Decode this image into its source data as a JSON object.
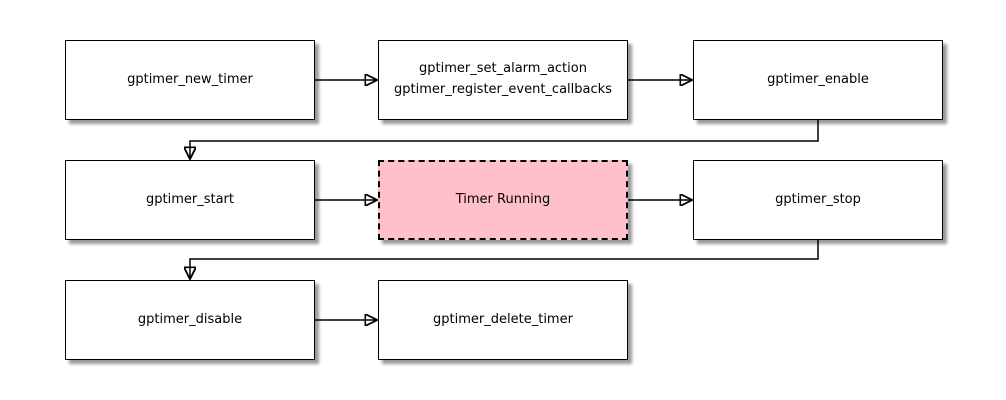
{
  "diagram": {
    "type": "flowchart",
    "nodes": {
      "new_timer": {
        "label": "gptimer_new_timer"
      },
      "config": {
        "line1": "gptimer_set_alarm_action",
        "line2": "gptimer_register_event_callbacks"
      },
      "enable": {
        "label": "gptimer_enable"
      },
      "start": {
        "label": "gptimer_start"
      },
      "timer_running": {
        "label": "Timer Running"
      },
      "stop": {
        "label": "gptimer_stop"
      },
      "disable": {
        "label": "gptimer_disable"
      },
      "delete_timer": {
        "label": "gptimer_delete_timer"
      }
    },
    "edges": [
      {
        "from": "gptimer_new_timer",
        "to": "gptimer_set_alarm_action / gptimer_register_event_callbacks"
      },
      {
        "from": "gptimer_set_alarm_action / gptimer_register_event_callbacks",
        "to": "gptimer_enable"
      },
      {
        "from": "gptimer_enable",
        "to": "gptimer_start"
      },
      {
        "from": "gptimer_start",
        "to": "Timer Running"
      },
      {
        "from": "Timer Running",
        "to": "gptimer_stop"
      },
      {
        "from": "gptimer_stop",
        "to": "gptimer_disable"
      },
      {
        "from": "gptimer_disable",
        "to": "gptimer_delete_timer"
      }
    ],
    "colors": {
      "background": "#ffffff",
      "node_fill": "#ffffff",
      "node_border": "#000000",
      "highlight_fill": "#ffc0cb",
      "connector": "#000000",
      "text": "#000000"
    }
  }
}
